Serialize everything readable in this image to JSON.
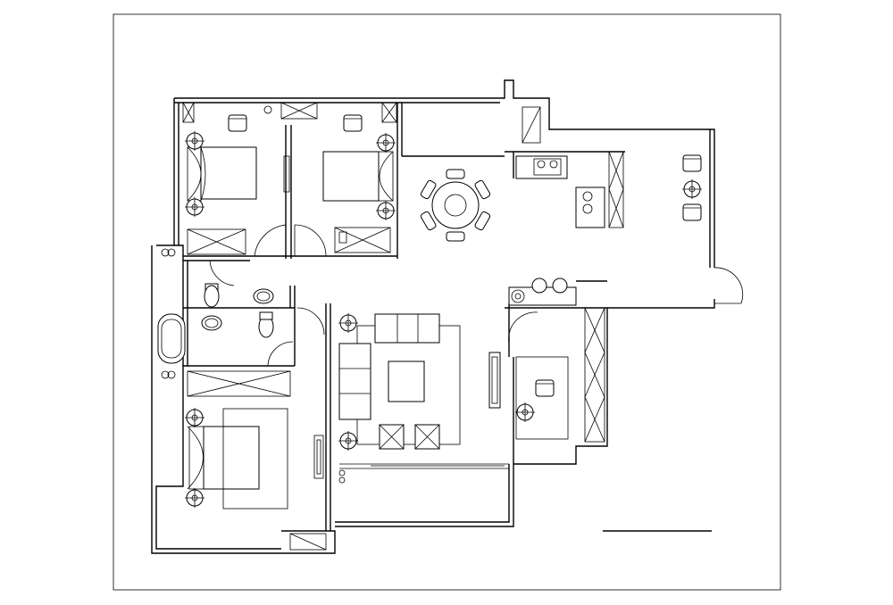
{
  "drawing": {
    "kind": "architectural floor plan",
    "line_color": "#000000",
    "background": "#ffffff",
    "text_labels": []
  },
  "rooms": [
    {
      "id": "bedroom-1",
      "furniture": [
        "double-bed",
        "two-armchairs",
        "nightstand-lamps",
        "wardrobe"
      ]
    },
    {
      "id": "bedroom-2",
      "furniture": [
        "double-bed",
        "two-armchairs",
        "nightstand-lamps",
        "wardrobe"
      ]
    },
    {
      "id": "master-bedroom",
      "furniture": [
        "double-bed",
        "two-armchairs",
        "nightstand-lamp",
        "wardrobe"
      ]
    },
    {
      "id": "bathroom",
      "furniture": [
        "bathtub",
        "two-toilets",
        "two-sinks"
      ]
    },
    {
      "id": "dining",
      "furniture": [
        "round-table",
        "six-chairs"
      ]
    },
    {
      "id": "living-room",
      "furniture": [
        "sofa",
        "two-armchairs",
        "side-sofa",
        "coffee-table",
        "tv-unit",
        "floor-lamps"
      ]
    },
    {
      "id": "kitchen",
      "furniture": [
        "counter",
        "stove",
        "bar-stools"
      ]
    },
    {
      "id": "balcony",
      "furniture": [
        "two-chairs",
        "small-table"
      ]
    }
  ]
}
